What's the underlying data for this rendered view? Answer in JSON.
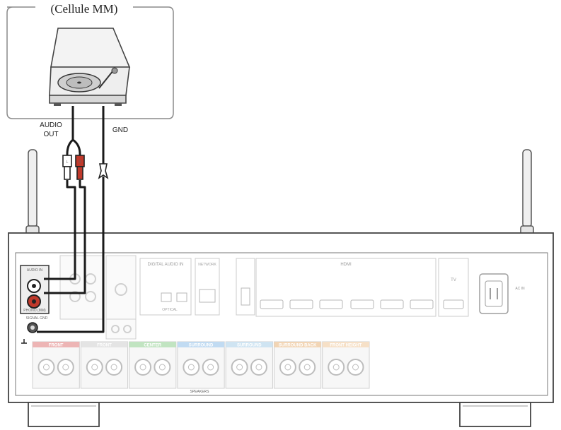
{
  "device": {
    "title": "(Cellule MM)",
    "audio_out_line1": "AUDIO",
    "audio_out_line2": "OUT",
    "gnd": "GND"
  },
  "receiver": {
    "phono_label": "AUDIO IN",
    "phono_sub": "PHONO (MM)",
    "signal_gnd": "SIGNAL GND",
    "digital_audio": "DIGITAL AUDIO IN",
    "optical": "OPTICAL",
    "network": "NETWORK",
    "hdmi": "HDMI",
    "tv": "TV",
    "ac_in": "AC IN",
    "speakers": "SPEAKERS"
  },
  "speaker_groups": [
    {
      "label": "FRONT",
      "color": "#e07a7a"
    },
    {
      "label": "FRONT",
      "color": "#cfcfcf"
    },
    {
      "label": "CENTER",
      "color": "#8fcf8f"
    },
    {
      "label": "SURROUND",
      "color": "#8fbfe8"
    },
    {
      "label": "SURROUND",
      "color": "#a8cfe8"
    },
    {
      "label": "SURROUND BACK",
      "color": "#e8b37a"
    },
    {
      "label": "FRONT HEIGHT",
      "color": "#f0c89a"
    }
  ],
  "colors": {
    "cable": "#1a1a1a",
    "red_plug": "#c0392b",
    "outline": "#8a8a8a",
    "panel_fill": "#f7f7f7"
  }
}
